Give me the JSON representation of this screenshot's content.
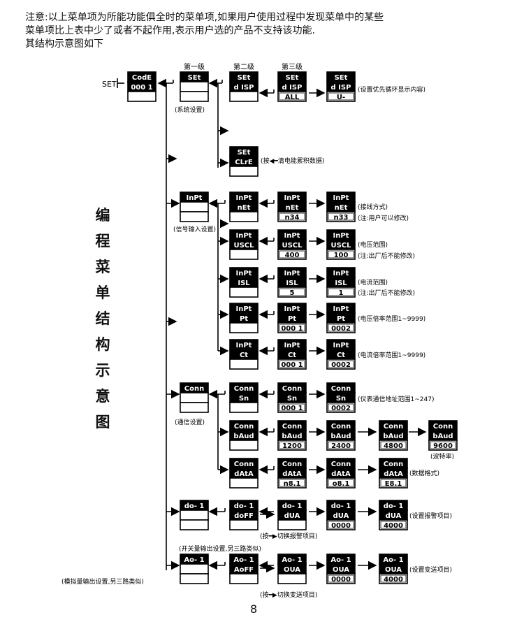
{
  "intro": {
    "line1": "注意:以上菜单项为所能功能俱全时的菜单项,如果用户使用过程中发现菜单中的某些",
    "line2": "菜单项比上表中少了或者不起作用,表示用户选的产品不支持该功能.",
    "line3": "其结构示意图如下"
  },
  "side_title": [
    "编",
    "程",
    "菜",
    "单",
    "结",
    "构",
    "示",
    "意",
    "图"
  ],
  "page_number": "8",
  "set_label": "SET",
  "level_labels": [
    "第一级",
    "第二级",
    "第三级"
  ],
  "notes": [
    {
      "id": "n-sys",
      "text": "(系统设置)"
    },
    {
      "id": "n-disp",
      "text": "(设置优先循环显示内容)"
    },
    {
      "id": "n-clre",
      "text": "(按◀━清电能累积数据)"
    },
    {
      "id": "n-input",
      "text": "(信号输入设置)"
    },
    {
      "id": "n-net1",
      "text": "(接线方式)"
    },
    {
      "id": "n-net2",
      "text": "(注:用户可以修改)"
    },
    {
      "id": "n-uscl1",
      "text": "(电压范围)"
    },
    {
      "id": "n-uscl2",
      "text": "(注:出厂后不能修改)"
    },
    {
      "id": "n-isl1",
      "text": "(电流范围)"
    },
    {
      "id": "n-isl2",
      "text": "(注:出厂后不能修改)"
    },
    {
      "id": "n-pt",
      "text": "(电压倍率范围1~9999)"
    },
    {
      "id": "n-ct",
      "text": "(电流倍率范围1~9999)"
    },
    {
      "id": "n-comm",
      "text": "(通信设置)"
    },
    {
      "id": "n-sn",
      "text": "(仪表通信地址范围1~247)"
    },
    {
      "id": "n-baud",
      "text": "(波特率)"
    },
    {
      "id": "n-data",
      "text": "(数据格式)"
    },
    {
      "id": "n-do",
      "text": "(设置报警项目)"
    },
    {
      "id": "n-do-sw",
      "text": "(按━▶切换报警项目)"
    },
    {
      "id": "n-do-out",
      "text": "(开关量输出设置,另三路类似)"
    },
    {
      "id": "n-ao",
      "text": "(设置变送项目)"
    },
    {
      "id": "n-ao-sw",
      "text": "(按━▶切换变送项目)"
    },
    {
      "id": "n-ao-out",
      "text": "(模拟量输出设置,另三路类似)"
    }
  ],
  "boxes": [
    {
      "id": "code",
      "lines": [
        "CodE",
        "000 1",
        ""
      ]
    },
    {
      "id": "l1-set",
      "lines": [
        "SEt",
        "",
        ""
      ]
    },
    {
      "id": "l2-disp",
      "lines": [
        "SEt",
        "d ISP",
        ""
      ]
    },
    {
      "id": "l3-disp",
      "lines": [
        "SEt",
        "d ISP",
        "ALL"
      ]
    },
    {
      "id": "l4-disp",
      "lines": [
        "SEt",
        "d ISP",
        "U-"
      ]
    },
    {
      "id": "l2-clre",
      "lines": [
        "SEt",
        "CLrE",
        ""
      ]
    },
    {
      "id": "l1-inpt",
      "lines": [
        "InPt",
        "",
        ""
      ]
    },
    {
      "id": "l2-net",
      "lines": [
        "InPt",
        "nEt",
        ""
      ]
    },
    {
      "id": "l3-net",
      "lines": [
        "InPt",
        "nEt",
        "n34"
      ]
    },
    {
      "id": "l4-net",
      "lines": [
        "InPt",
        "nEt",
        "n33"
      ]
    },
    {
      "id": "l2-uscl",
      "lines": [
        "InPt",
        "USCL",
        ""
      ]
    },
    {
      "id": "l3-uscl",
      "lines": [
        "InPt",
        "USCL",
        "400"
      ]
    },
    {
      "id": "l4-uscl",
      "lines": [
        "InPt",
        "USCL",
        "100"
      ]
    },
    {
      "id": "l2-isl",
      "lines": [
        "InPt",
        "ISL",
        ""
      ]
    },
    {
      "id": "l3-isl",
      "lines": [
        "InPt",
        "ISL",
        "5"
      ]
    },
    {
      "id": "l4-isl",
      "lines": [
        "InPt",
        "ISL",
        "1"
      ]
    },
    {
      "id": "l2-pt",
      "lines": [
        "InPt",
        "Pt",
        ""
      ]
    },
    {
      "id": "l3-pt",
      "lines": [
        "InPt",
        "Pt",
        "000 1"
      ]
    },
    {
      "id": "l4-pt",
      "lines": [
        "InPt",
        "Pt",
        "0002"
      ]
    },
    {
      "id": "l2-ct",
      "lines": [
        "InPt",
        "Ct",
        ""
      ]
    },
    {
      "id": "l3-ct",
      "lines": [
        "InPt",
        "Ct",
        "000 1"
      ]
    },
    {
      "id": "l4-ct",
      "lines": [
        "InPt",
        "Ct",
        "0002"
      ]
    },
    {
      "id": "l1-conn",
      "lines": [
        "Conn",
        "",
        ""
      ]
    },
    {
      "id": "l2-sn",
      "lines": [
        "Conn",
        "Sn",
        ""
      ]
    },
    {
      "id": "l3-sn",
      "lines": [
        "Conn",
        "Sn",
        "000 1"
      ]
    },
    {
      "id": "l4-sn",
      "lines": [
        "Conn",
        "Sn",
        "0002"
      ]
    },
    {
      "id": "l2-baud",
      "lines": [
        "Conn",
        "bAud",
        ""
      ]
    },
    {
      "id": "l3-baud",
      "lines": [
        "Conn",
        "bAud",
        "1200"
      ]
    },
    {
      "id": "l4-baud",
      "lines": [
        "Conn",
        "bAud",
        "2400"
      ]
    },
    {
      "id": "l5-baud",
      "lines": [
        "Conn",
        "bAud",
        "4800"
      ]
    },
    {
      "id": "l6-baud",
      "lines": [
        "Conn",
        "bAud",
        "9600"
      ]
    },
    {
      "id": "l2-data",
      "lines": [
        "Conn",
        "dAtA",
        ""
      ]
    },
    {
      "id": "l3-data",
      "lines": [
        "Conn",
        "dAtA",
        "n8.1"
      ]
    },
    {
      "id": "l4-data",
      "lines": [
        "Conn",
        "dAtA",
        "o8.1"
      ]
    },
    {
      "id": "l5-data",
      "lines": [
        "Conn",
        "dAtA",
        "E8.1"
      ]
    },
    {
      "id": "l1-do",
      "lines": [
        "do- 1",
        "",
        ""
      ]
    },
    {
      "id": "l2-do",
      "lines": [
        "do- 1",
        "doFF",
        ""
      ]
    },
    {
      "id": "l3-do",
      "lines": [
        "do- 1",
        "dUA",
        ""
      ]
    },
    {
      "id": "l4-do",
      "lines": [
        "do- 1",
        "dUA",
        "0000"
      ]
    },
    {
      "id": "l5-do",
      "lines": [
        "do- 1",
        "dUA",
        "4000"
      ]
    },
    {
      "id": "l1-ao",
      "lines": [
        "Ao- 1",
        "",
        ""
      ]
    },
    {
      "id": "l2-ao",
      "lines": [
        "Ao- 1",
        "AoFF",
        ""
      ]
    },
    {
      "id": "l3-ao",
      "lines": [
        "Ao- 1",
        "OUA",
        ""
      ]
    },
    {
      "id": "l4-ao",
      "lines": [
        "Ao- 1",
        "OUA",
        "0000"
      ]
    },
    {
      "id": "l5-ao",
      "lines": [
        "Ao- 1",
        "OUA",
        "4000"
      ]
    }
  ]
}
